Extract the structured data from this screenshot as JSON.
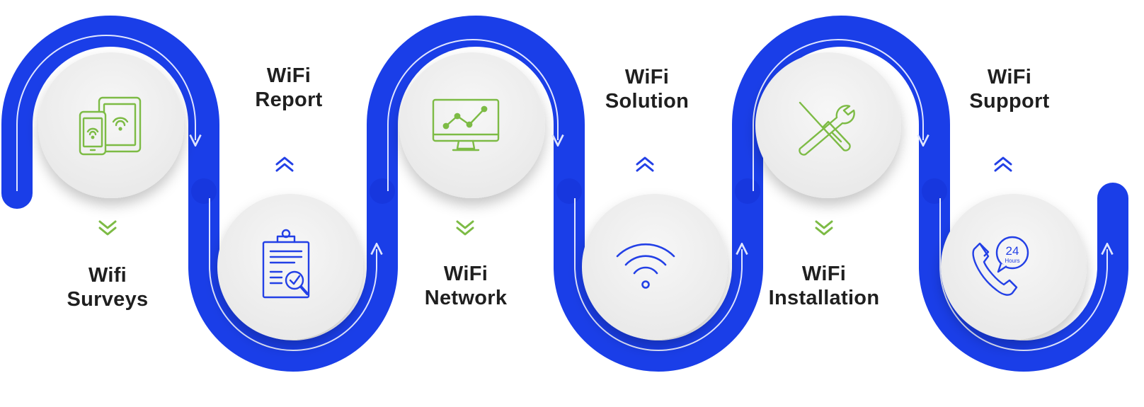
{
  "colors": {
    "path": "#1a3ee8",
    "path_shadow": "#1230c4",
    "inner_line": "#dfe5ff",
    "step_icon_green": "#7dbb45",
    "step_icon_blue": "#2340e6",
    "text": "#1f1f1f",
    "disc": "#f1f1f1"
  },
  "steps": [
    {
      "line1": "Wifi",
      "line2": "Surveys",
      "icon": "tablet-phone-wifi-icon",
      "chevron": "chevron-double-down-icon"
    },
    {
      "line1": "WiFi",
      "line2": "Report",
      "icon": "clipboard-report-icon",
      "chevron": "chevron-double-up-icon"
    },
    {
      "line1": "WiFi",
      "line2": "Network",
      "icon": "monitor-chart-icon",
      "chevron": "chevron-double-down-icon"
    },
    {
      "line1": "WiFi",
      "line2": "Solution",
      "icon": "wifi-signal-icon",
      "chevron": "chevron-double-up-icon"
    },
    {
      "line1": "WiFi",
      "line2": "Installation",
      "icon": "screwdriver-wrench-icon",
      "chevron": "chevron-double-down-icon"
    },
    {
      "line1": "WiFi",
      "line2": "Support",
      "icon": "phone-24-hours-icon",
      "chevron": "chevron-double-up-icon",
      "badge_number": "24",
      "badge_text": "Hours"
    }
  ]
}
